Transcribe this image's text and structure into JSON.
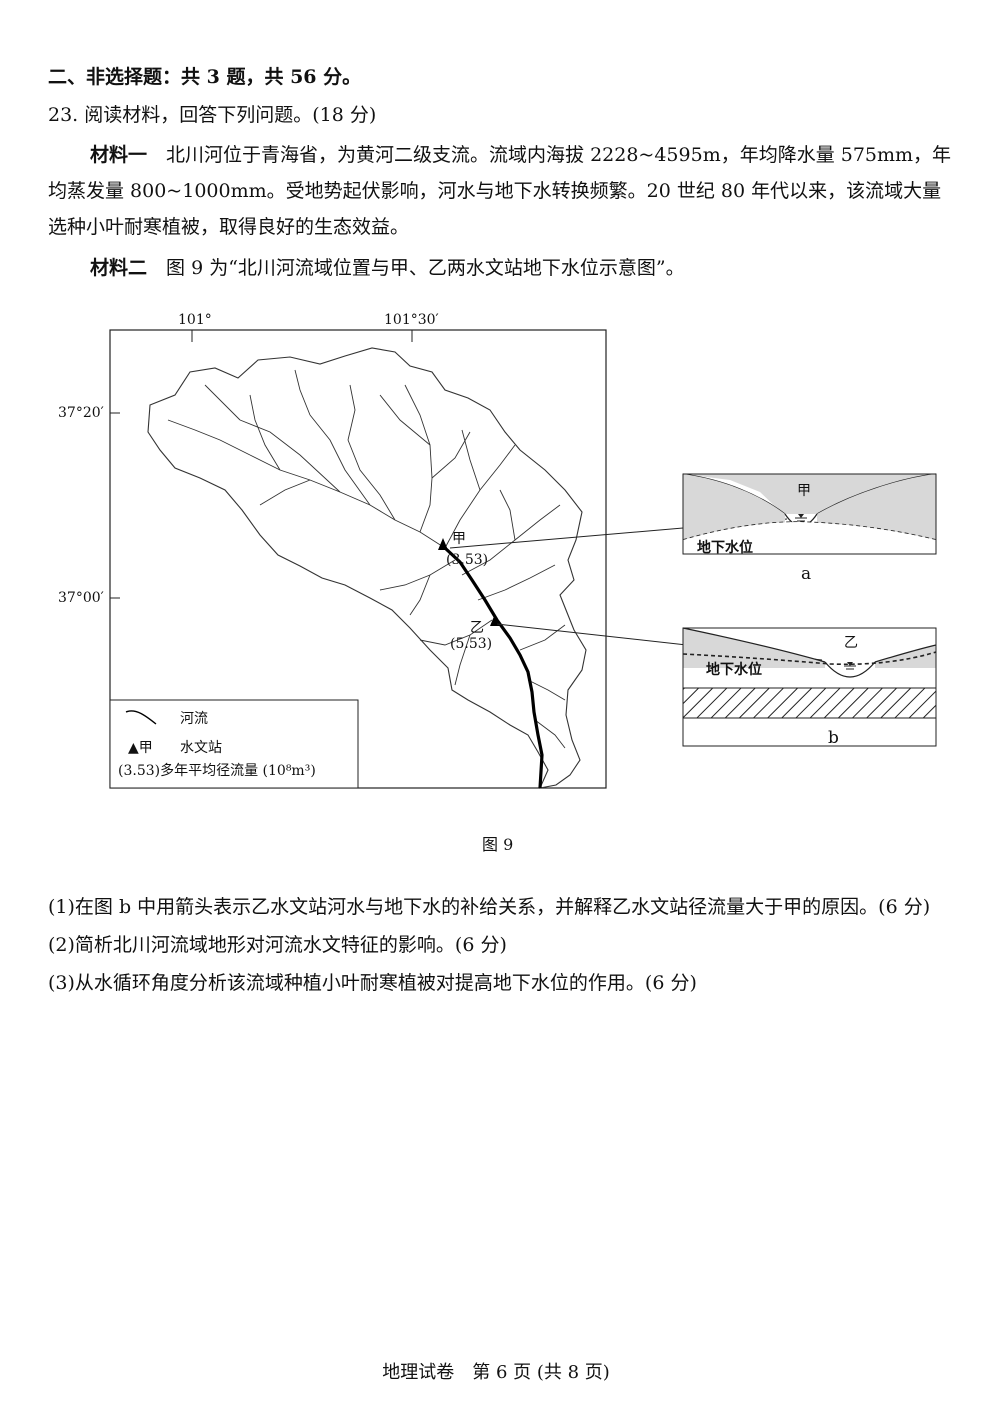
{
  "section_title": "二、非选择题：共 3 题，共 56 分。",
  "question": {
    "number_title": "23. 阅读材料，回答下列问题。(18 分)",
    "material1_label": "材料一",
    "material1_text": "北川河位于青海省，为黄河二级支流。流域内海拔 2228~4595m，年均降水量 575mm，年均蒸发量 800~1000mm。受地势起伏影响，河水与地下水转换频繁。20 世纪 80 年代以来，该流域大量选种小叶耐寒植被，取得良好的生态效益。",
    "material2_label": "材料二",
    "material2_text": "图 9 为“北川河流域位置与甲、乙两水文站地下水位示意图”。"
  },
  "map": {
    "lon_labels": [
      "101°",
      "101°30′"
    ],
    "lat_labels": [
      "37°20′",
      "37°00′"
    ],
    "station_jia": {
      "name": "甲",
      "value": "(3.53)"
    },
    "station_yi": {
      "name": "乙",
      "value": "(5.53)"
    },
    "legend": {
      "river_label": "河流",
      "station_symbol": "▲甲",
      "station_label": "水文站",
      "runoff_label": "(3.53)多年平均径流量 (10⁸m³)"
    }
  },
  "profile_a": {
    "station": "甲",
    "water_table": "地下水位",
    "caption": "a"
  },
  "profile_b": {
    "station": "乙",
    "water_table": "地下水位",
    "caption": "b"
  },
  "figure_caption": "图 9",
  "sub_questions": [
    "(1)在图 b 中用箭头表示乙水文站河水与地下水的补给关系，并解释乙水文站径流量大于甲的原因。(6 分)",
    "(2)简析北川河流域地形对河流水文特征的影响。(6 分)",
    "(3)从水循环角度分析该流域种植小叶耐寒植被对提高地下水位的作用。(6 分)"
  ],
  "footer": "地理试卷　第 6 页 (共 8 页)"
}
